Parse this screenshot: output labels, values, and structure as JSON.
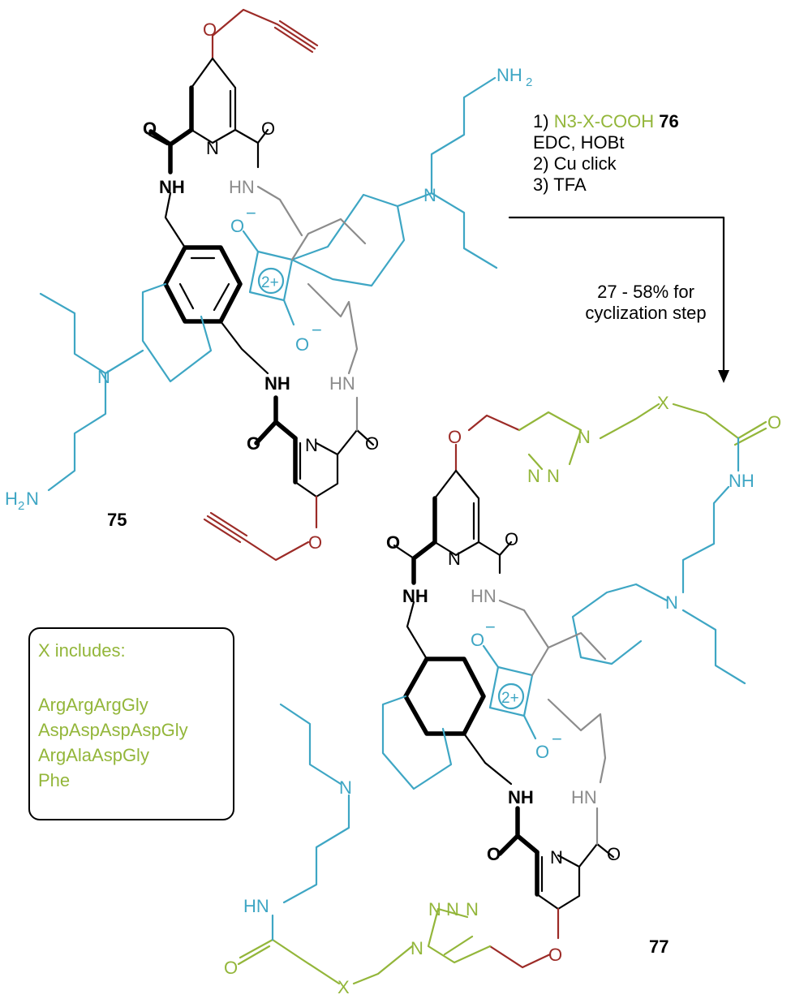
{
  "reaction": {
    "step1_prefix": "1) ",
    "reagent_azide": "N3-X-COOH",
    "reagent_number": "76",
    "step1_extra": "EDC, HOBt",
    "step2": "2) Cu click",
    "step3": "3) TFA",
    "yield_line1": "27 - 58% for",
    "yield_line2": "cyclization step"
  },
  "compounds": {
    "starting": "75",
    "product": "77"
  },
  "x_box": {
    "title": "X includes:",
    "items": [
      "ArgArgArgGly",
      "AspAspAspAspGly",
      "ArgAlaAspGly",
      "Phe"
    ]
  },
  "atom_labels": {
    "O": "O",
    "N": "N",
    "NH": "NH",
    "HN": "HN",
    "NH2": "NH",
    "H2N": "H",
    "X": "X",
    "charge": "2+",
    "neg": "−",
    "sub2": "2",
    "sub3": "3"
  },
  "colors": {
    "black": "#000000",
    "gray": "#8c8c8c",
    "cyan": "#3ea6c4",
    "red": "#9c2b27",
    "green": "#93b63a"
  }
}
